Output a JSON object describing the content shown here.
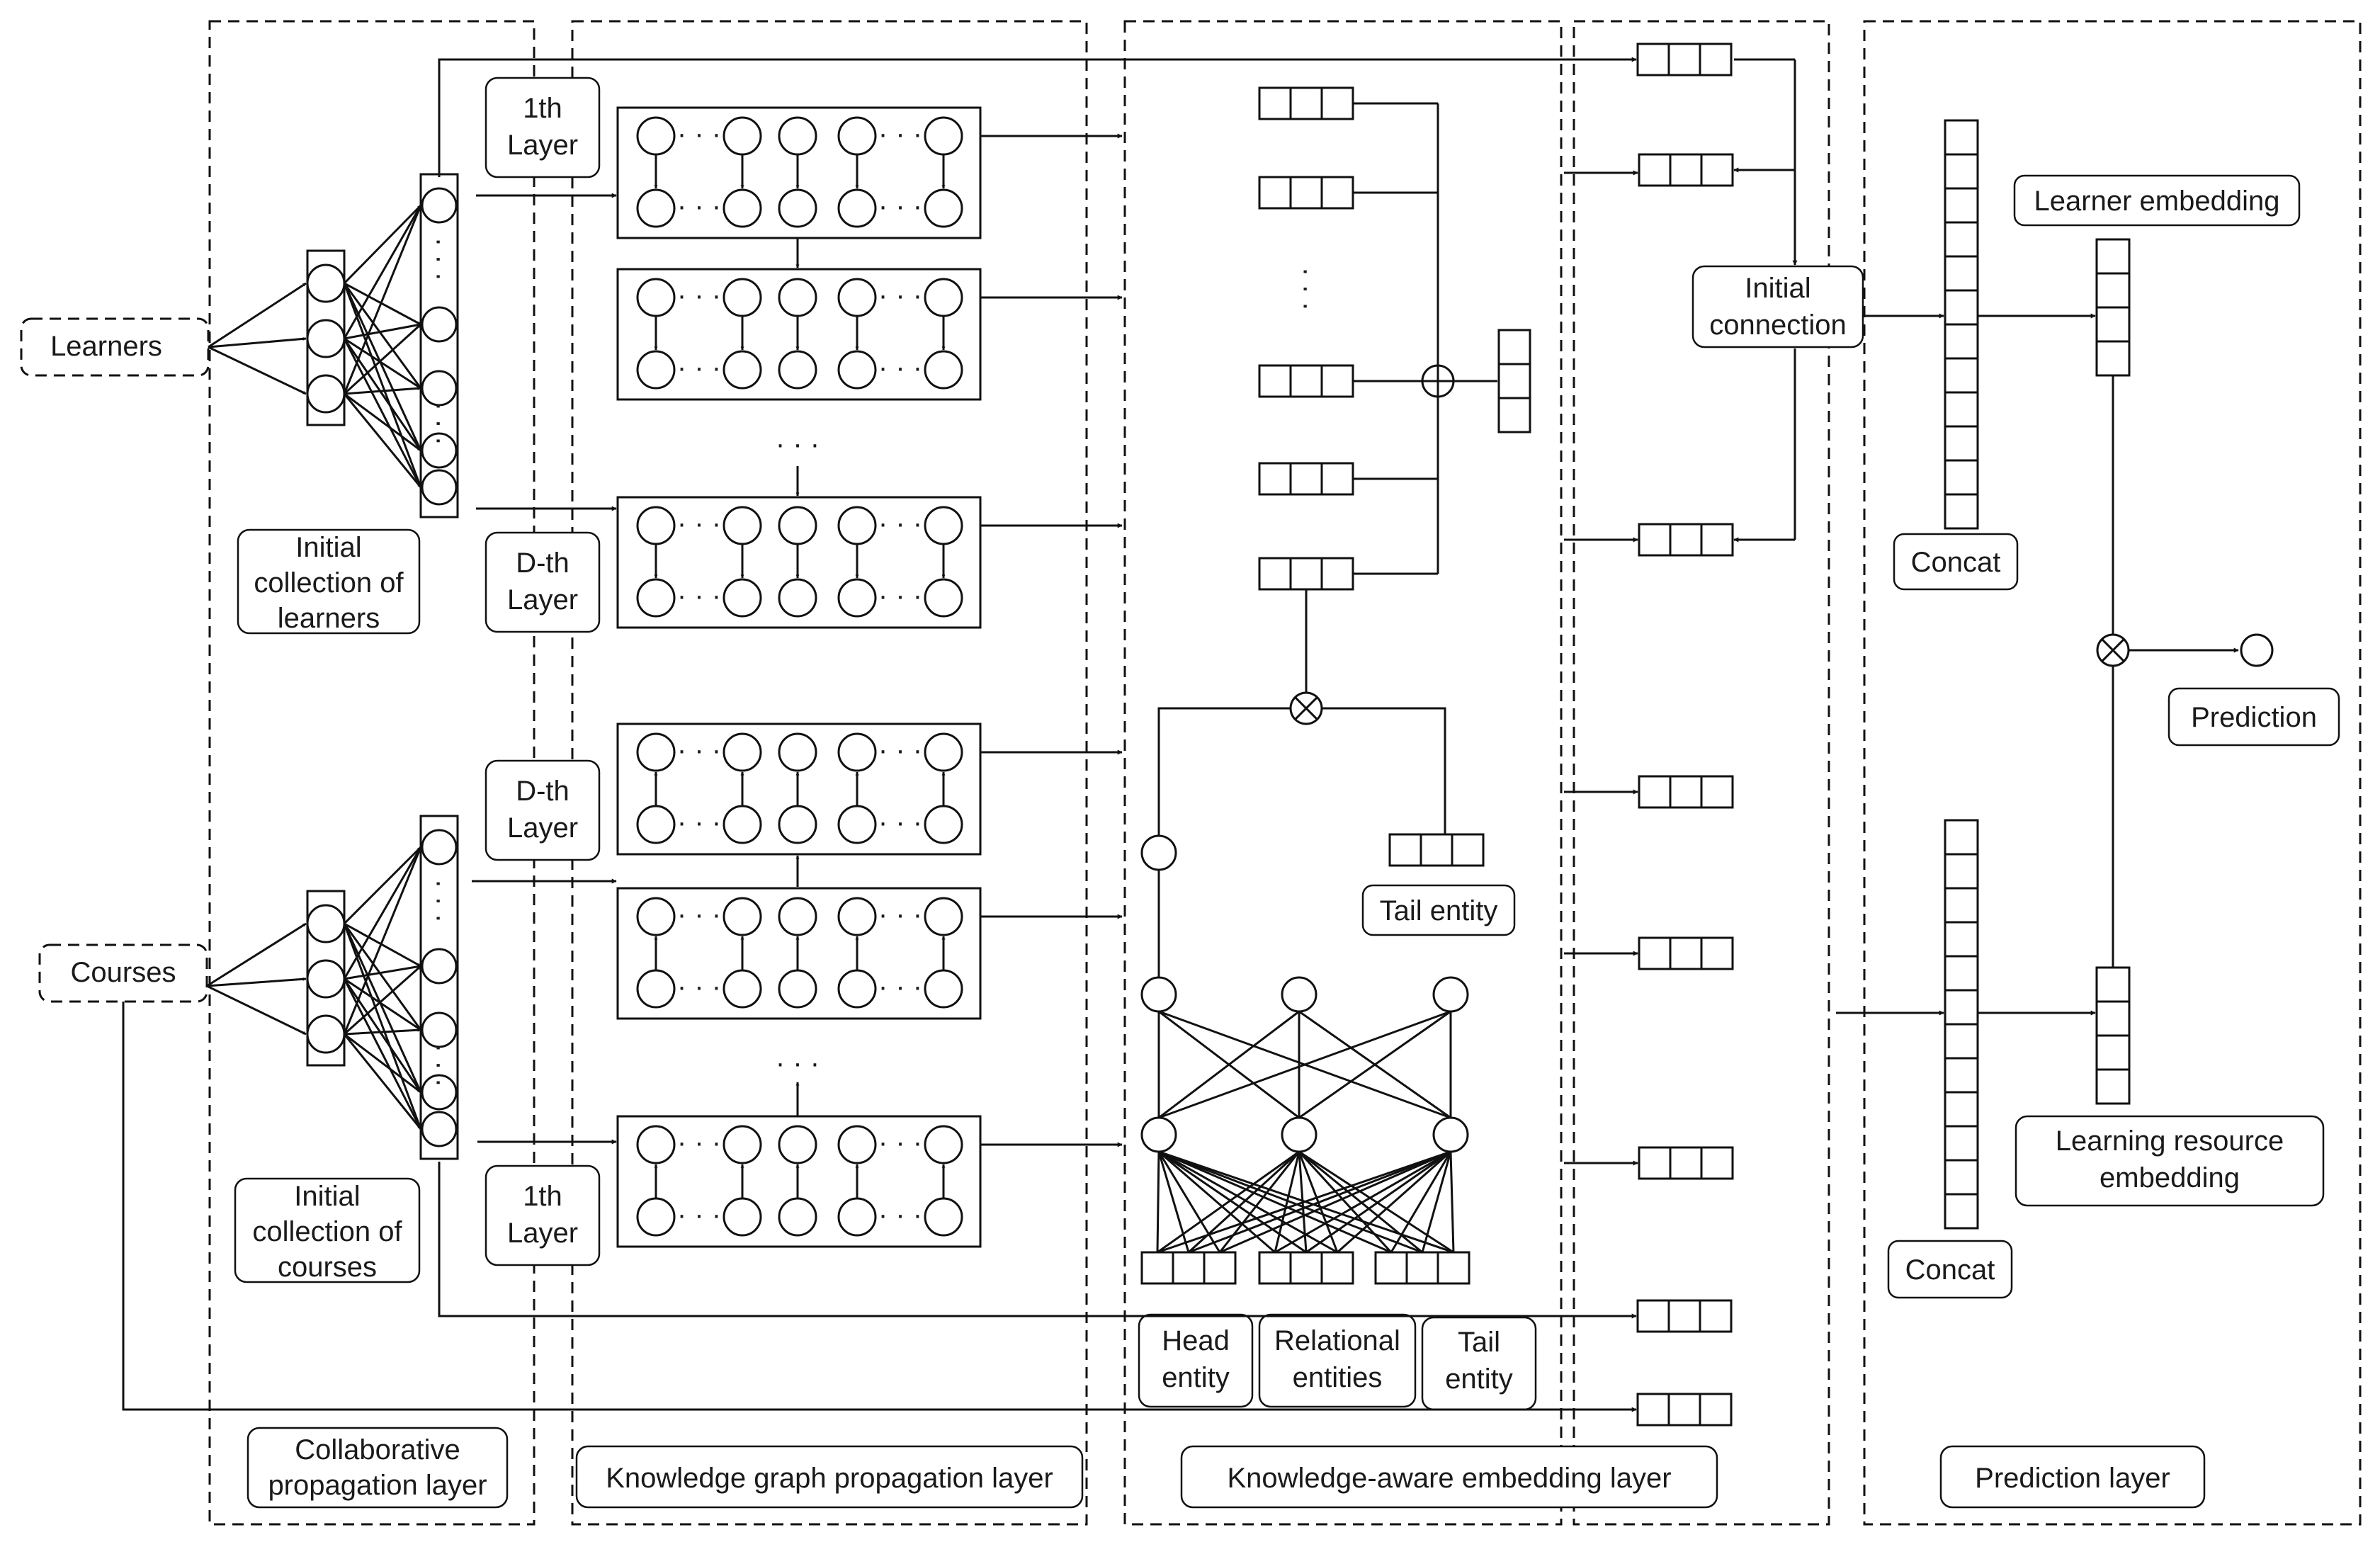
{
  "inputs": {
    "learners": "Learners",
    "courses": "Courses"
  },
  "collaborative": {
    "init_learners": [
      "Initial",
      "collection of",
      "learners"
    ],
    "init_courses": [
      "Initial",
      "collection of",
      "courses"
    ],
    "caption": [
      "Collaborative",
      "propagation layer"
    ]
  },
  "kg": {
    "layer_1th_top": [
      "1th",
      "Layer"
    ],
    "layer_dth_top": [
      "D-th",
      "Layer"
    ],
    "layer_dth_bottom": [
      "D-th",
      "Layer"
    ],
    "layer_1th_bottom": [
      "1th",
      "Layer"
    ],
    "caption": "Knowledge graph propagation layer"
  },
  "knowledge_aware": {
    "tail_entity": "Tail entity",
    "head_entity": [
      "Head",
      "entity"
    ],
    "relational_entities": [
      "Relational",
      "entities"
    ],
    "tail_entity_bottom": [
      "Tail",
      "entity"
    ],
    "caption": "Knowledge-aware embedding layer"
  },
  "fusion": {
    "initial_connection": [
      "Initial",
      "connection"
    ]
  },
  "prediction": {
    "learner_embedding": "Learner embedding",
    "concat_top": "Concat",
    "prediction": "Prediction",
    "resource_embedding": [
      "Learning resource",
      "embedding"
    ],
    "concat_bottom": "Concat",
    "caption": "Prediction layer"
  },
  "symbols": {
    "dots": "· · ·"
  }
}
